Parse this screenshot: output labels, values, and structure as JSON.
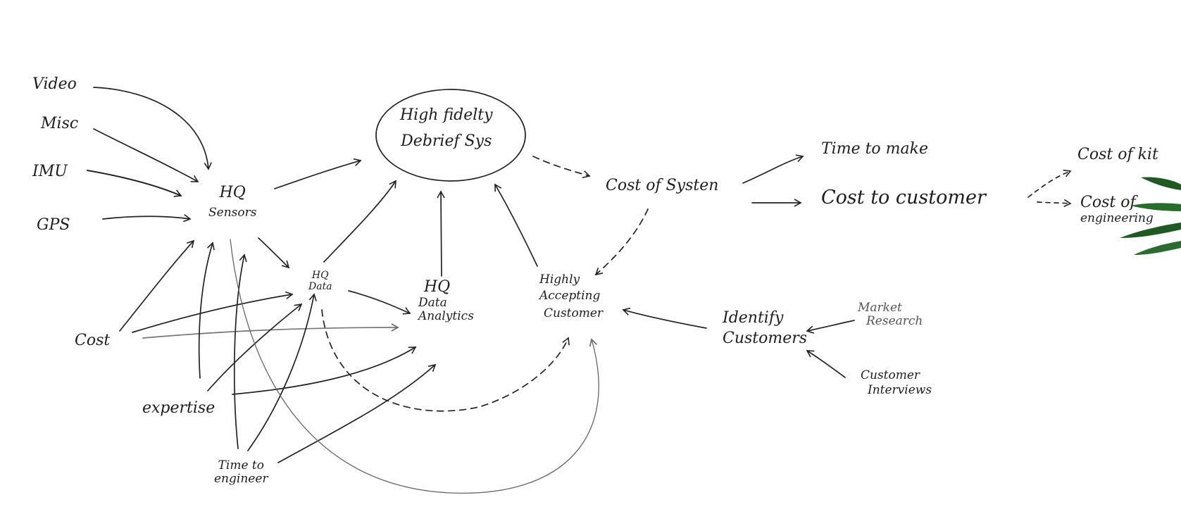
{
  "nodes": {
    "video": "Video",
    "misc": "Misc",
    "imu": "IMU",
    "gps": "GPS",
    "hq_sensors": [
      "HQ",
      "Sensors"
    ],
    "cost": "Cost",
    "expertise": "expertise",
    "time_to_engineer": [
      "Time to",
      "engineer"
    ],
    "hq_data": [
      "HQ",
      "Data"
    ],
    "hq_data_analytics": [
      "HQ",
      "Data",
      "Analytics"
    ],
    "high_fidelity_debrief": [
      "High fidelty",
      "Debrief Sys"
    ],
    "highly_accepting_customer": [
      "Highly",
      "Accepting",
      "Customer"
    ],
    "cost_of_system": "Cost of Systen",
    "time_to_make": "Time to make",
    "cost_to_customer": "Cost to customer",
    "cost_of_kit": "Cost of kit",
    "cost_of_engineering": [
      "Cost of",
      "engineering"
    ],
    "identify_customers": [
      "Identify",
      "Customers"
    ],
    "market_research": [
      "Market",
      "Research"
    ],
    "customer_interviews": [
      "Customer",
      "Interviews"
    ]
  },
  "colors": {
    "ink": "#1e1e1e",
    "grey_ink": "#777777",
    "plant": "#1f5a23"
  }
}
